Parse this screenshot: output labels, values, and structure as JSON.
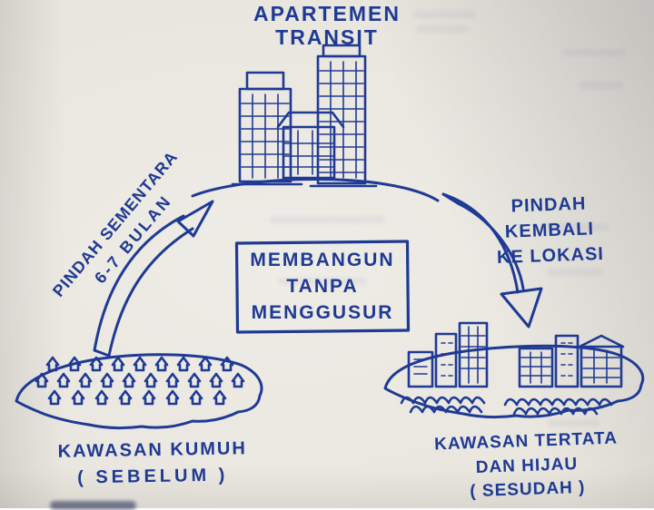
{
  "colors": {
    "ink": "#1f3a94",
    "paper": "#e8e5dd"
  },
  "labels": {
    "apartment": {
      "line1": "APARTEMEN",
      "line2": "TRANSIT"
    },
    "center_box": {
      "line1": "MEMBANGUN",
      "line2": "TANPA",
      "line3": "MENGGUSUR"
    },
    "left_arrow": {
      "line1": "PINDAH SEMENTARA",
      "line2": "6-7 BULAN"
    },
    "right_arrow": {
      "line1": "PINDAH",
      "line2": "KEMBALI",
      "line3": "KE LOKASI"
    },
    "before": {
      "line1": "KAWASAN KUMUH",
      "line2": "( SEBELUM )"
    },
    "after": {
      "line1": "KAWASAN TERTATA",
      "line2": "DAN HIJAU",
      "line3": "( SESUDAH )"
    }
  },
  "sketches": {
    "apartment": "apartment-towers-sketch",
    "ground": "ground-arc-sketch",
    "left_arrow": "curved-up-arrow-sketch",
    "right_arrow": "curved-down-arrow-sketch",
    "before_area": "slum-village-island-sketch",
    "after_area": "tidy-green-neighborhood-island-sketch"
  }
}
